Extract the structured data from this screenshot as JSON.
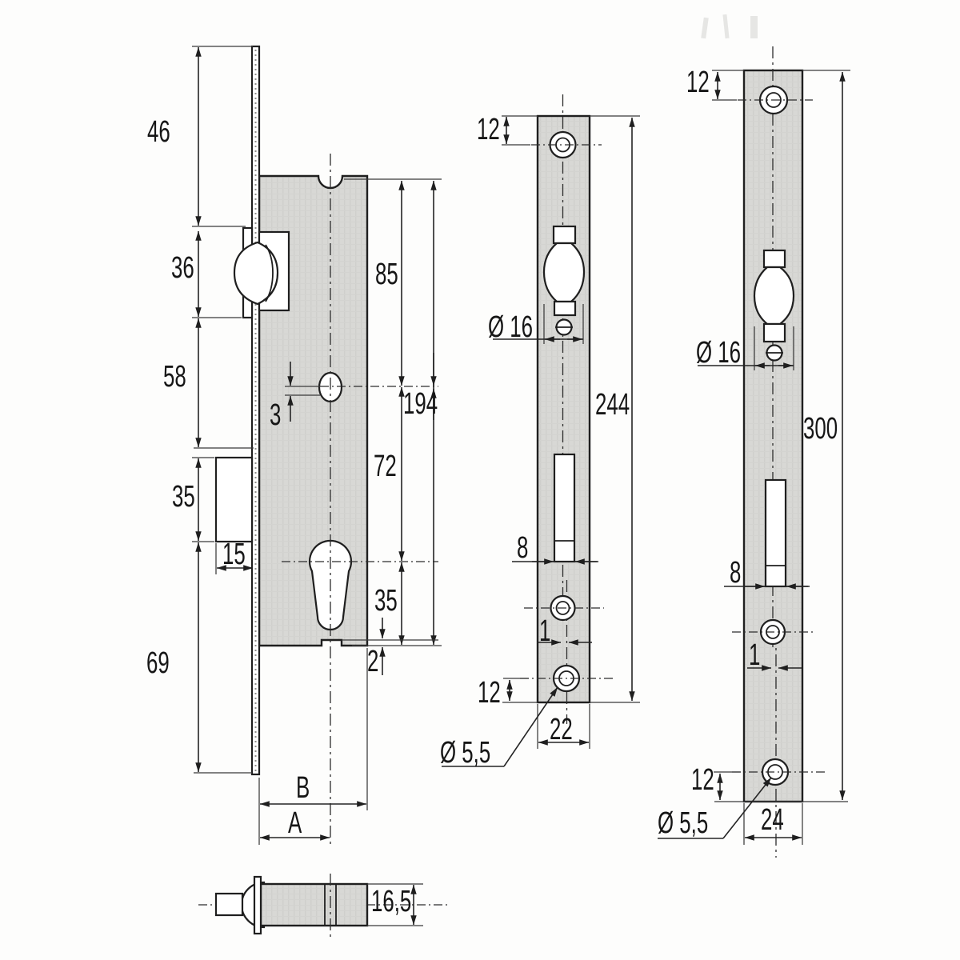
{
  "drawing_type": "lock dimensional technical drawing",
  "colors": {
    "line": "#1f1f1f",
    "case_fill": "#d8d8d5",
    "background": "#fdfdfc"
  },
  "side_view": {
    "dim_plate_top": "46",
    "dim_latch": "36",
    "dim_58": "58",
    "dim_deadbolt": "35",
    "dim_throw": "15",
    "dim_69": "69",
    "dim_85": "85",
    "dim_case_height": "194",
    "dim_72": "72",
    "dim_3": "3",
    "dim_35": "35",
    "dim_2": "2",
    "dim_width": "B",
    "dim_backset": "A"
  },
  "bottom_view": {
    "dim_thickness": "16,5"
  },
  "plate_244": {
    "dim_12_top": "12",
    "dia_latch": "Ø 16",
    "dim_length": "244",
    "dim_slot": "8",
    "dim_offset": "1",
    "dim_12_bottom": "12",
    "dim_width": "22",
    "dia_hole": "Ø 5,5"
  },
  "plate_300": {
    "dim_12_top": "12",
    "dia_latch": "Ø 16",
    "dim_length": "300",
    "dim_slot": "8",
    "dim_offset": "1",
    "dim_12_bottom": "12",
    "dim_width": "24",
    "dia_hole": "Ø 5,5"
  }
}
